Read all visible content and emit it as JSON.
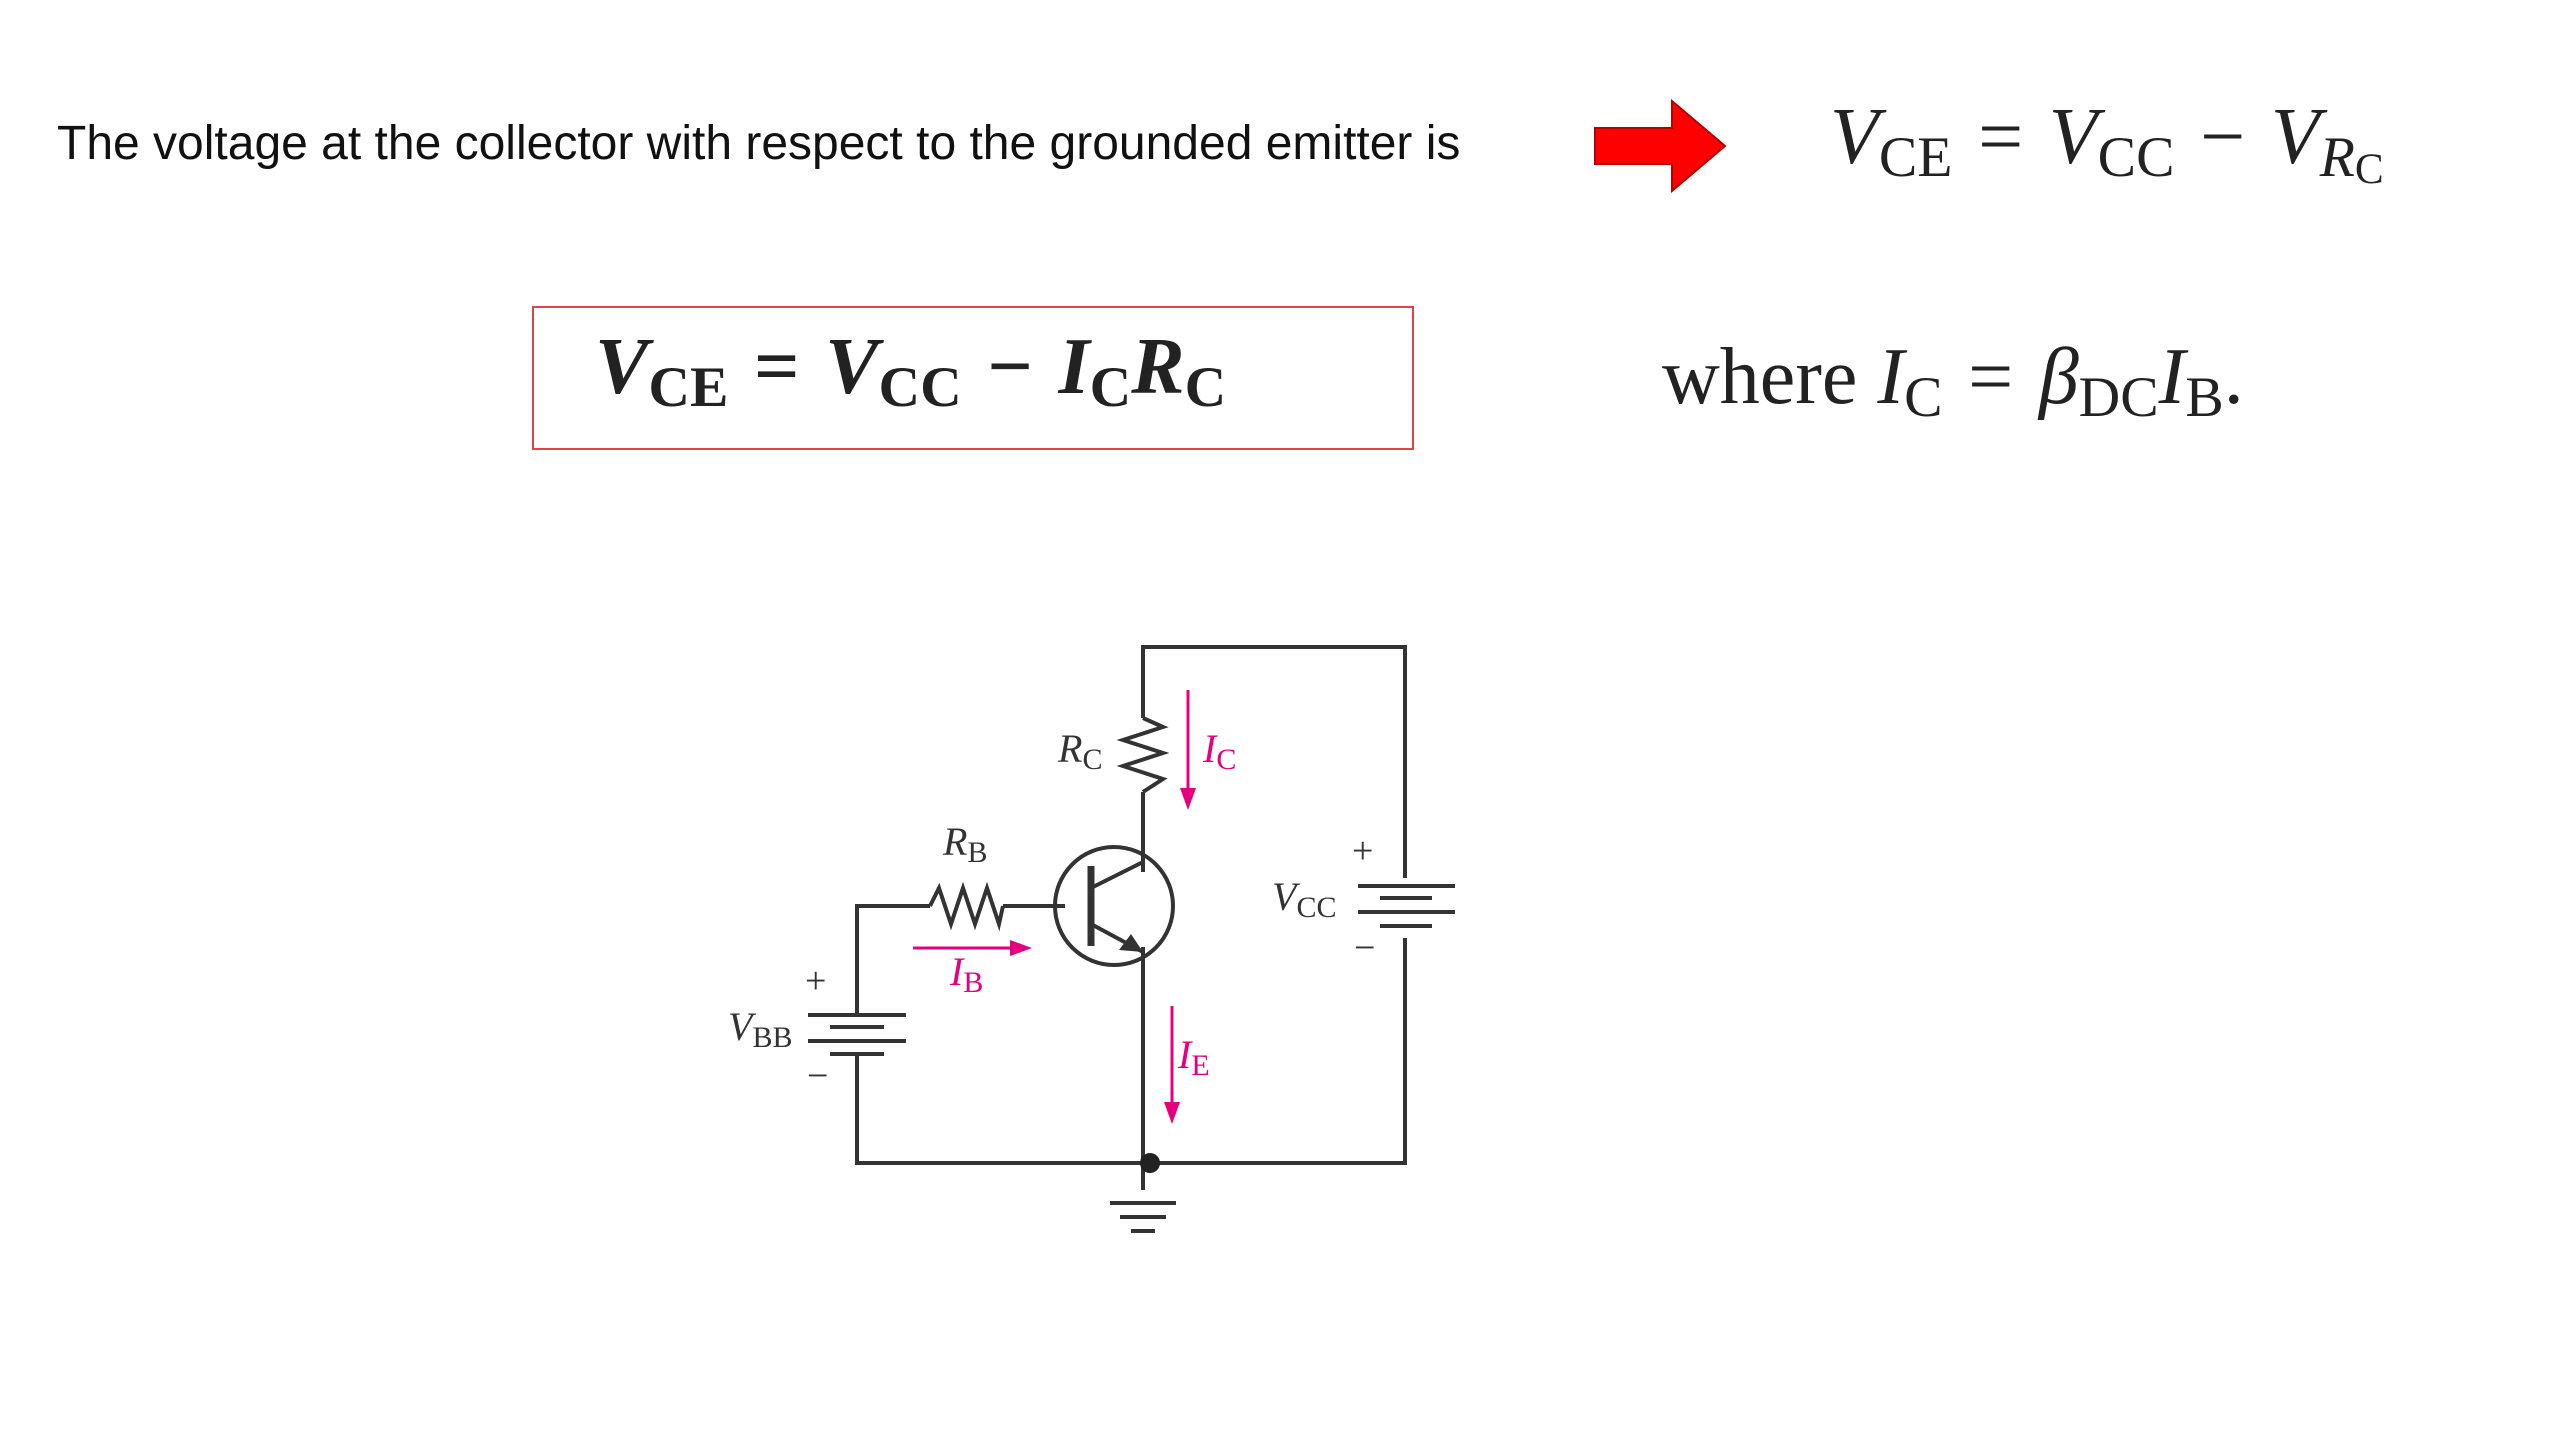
{
  "intro": {
    "text": "The voltage at the collector with respect to the grounded emitter is"
  },
  "colors": {
    "arrow": "#ff0000",
    "box_border": "#e0434a",
    "current": "#e6007e",
    "wire": "#333333"
  },
  "eq1": {
    "lhs_v": "V",
    "lhs_sub": "CE",
    "equals": "=",
    "t1_v": "V",
    "t1_sub": "CC",
    "minus": "−",
    "t2_v": "V",
    "t2_sub_v": "R",
    "t2_sub_sub": "C"
  },
  "eq2": {
    "lhs_v": "V",
    "lhs_sub": "CE",
    "equals": "=",
    "t1_v": "V",
    "t1_sub": "CC",
    "minus": "−",
    "i_v": "I",
    "i_sub": "C",
    "r_v": "R",
    "r_sub": "C"
  },
  "eq3": {
    "where": "where",
    "i_v": "I",
    "i_sub": "C",
    "equals": "=",
    "beta": "β",
    "beta_sub": "DC",
    "ib_v": "I",
    "ib_sub": "B",
    "period": "."
  },
  "circuit": {
    "rc": {
      "main": "R",
      "sub": "C"
    },
    "ic": {
      "main": "I",
      "sub": "C"
    },
    "rb": {
      "main": "R",
      "sub": "B"
    },
    "ib": {
      "main": "I",
      "sub": "B"
    },
    "ie": {
      "main": "I",
      "sub": "E"
    },
    "vcc": {
      "main": "V",
      "sub": "CC"
    },
    "vbb": {
      "main": "V",
      "sub": "BB"
    },
    "plus": "+",
    "minus": "−"
  }
}
